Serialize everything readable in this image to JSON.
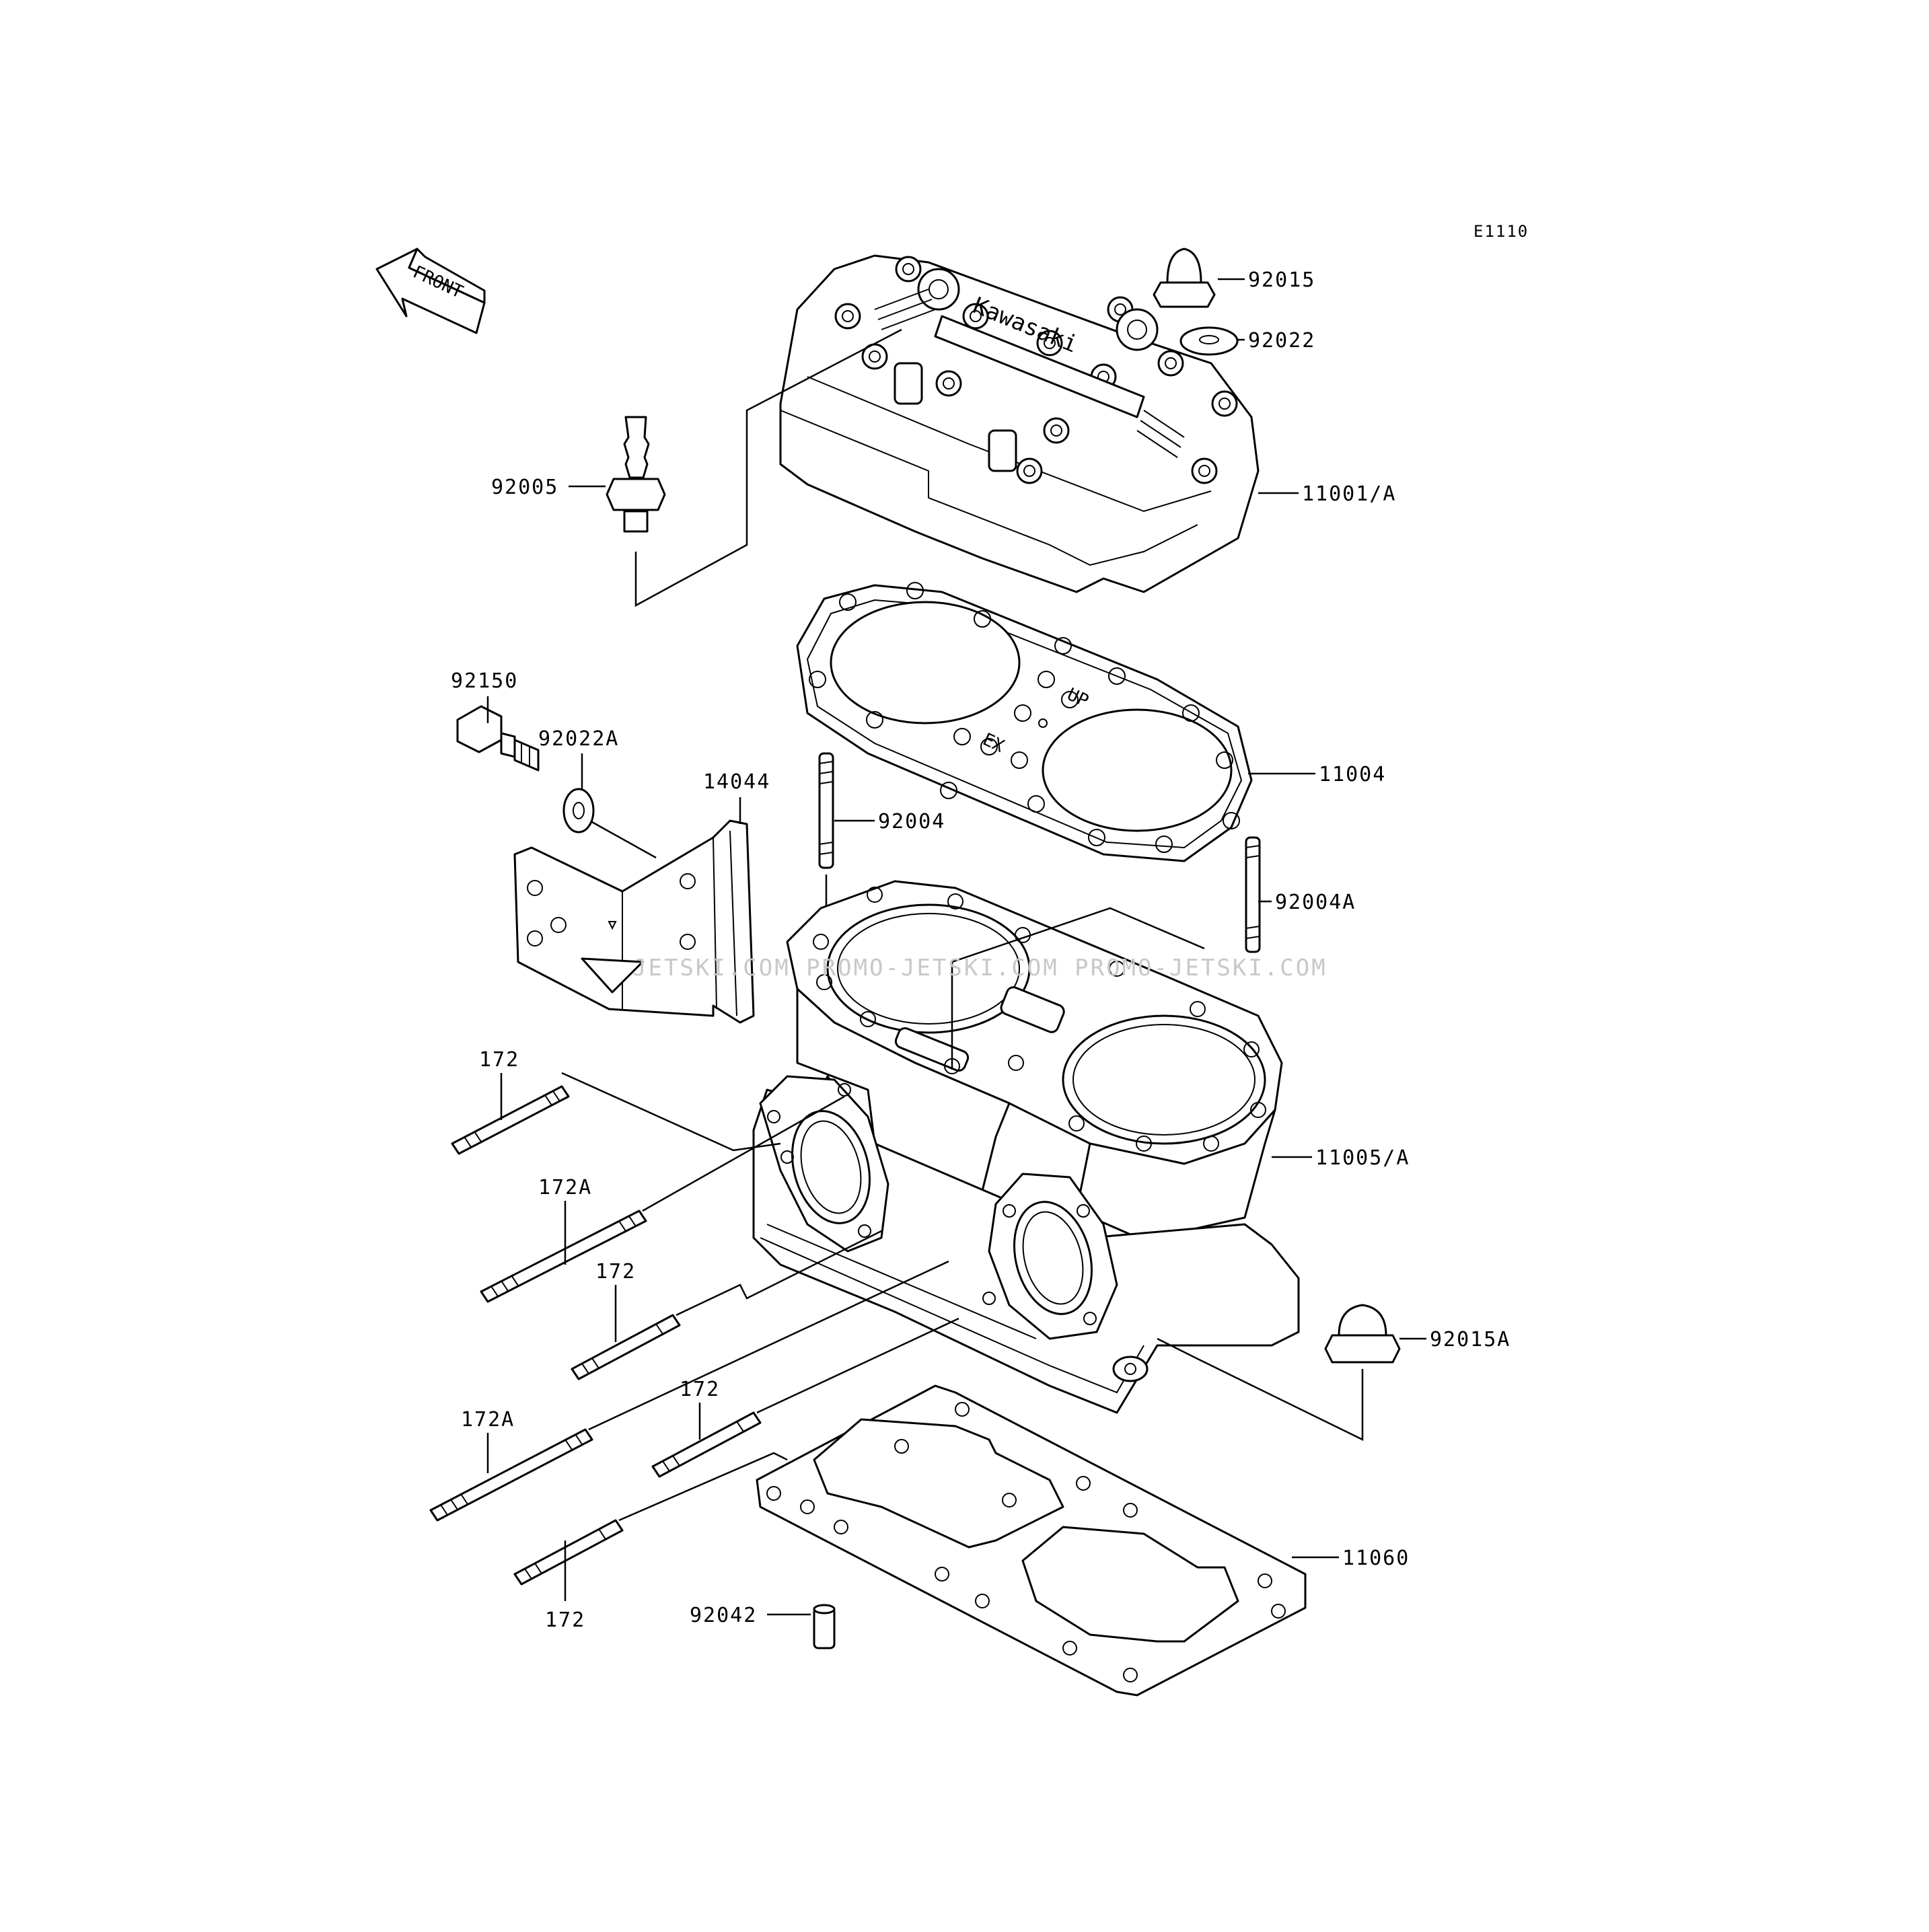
{
  "diagram": {
    "code": "E1110",
    "front_label": "FRONT",
    "watermark": "JETSKI.COM PROMO-JETSKI.COM PROMO-JETSKI.COM",
    "head_text": "Kawasaki",
    "gasket_marks": {
      "up": "UP",
      "ex": "EX"
    },
    "callouts": [
      {
        "id": "92015",
        "text": "92015"
      },
      {
        "id": "92022",
        "text": "92022"
      },
      {
        "id": "92005",
        "text": "92005"
      },
      {
        "id": "11001A",
        "text": "11001/A"
      },
      {
        "id": "92150",
        "text": "92150"
      },
      {
        "id": "92022A",
        "text": "92022A"
      },
      {
        "id": "14044",
        "text": "14044"
      },
      {
        "id": "11004",
        "text": "11004"
      },
      {
        "id": "92004",
        "text": "92004"
      },
      {
        "id": "92004A",
        "text": "92004A"
      },
      {
        "id": "172-1",
        "text": "172"
      },
      {
        "id": "11005A",
        "text": "11005/A"
      },
      {
        "id": "172A-1",
        "text": "172A"
      },
      {
        "id": "172-2",
        "text": "172"
      },
      {
        "id": "92015A",
        "text": "92015A"
      },
      {
        "id": "172A-2",
        "text": "172A"
      },
      {
        "id": "172-3",
        "text": "172"
      },
      {
        "id": "11060",
        "text": "11060"
      },
      {
        "id": "92042",
        "text": "92042"
      },
      {
        "id": "172-4",
        "text": "172"
      }
    ]
  }
}
